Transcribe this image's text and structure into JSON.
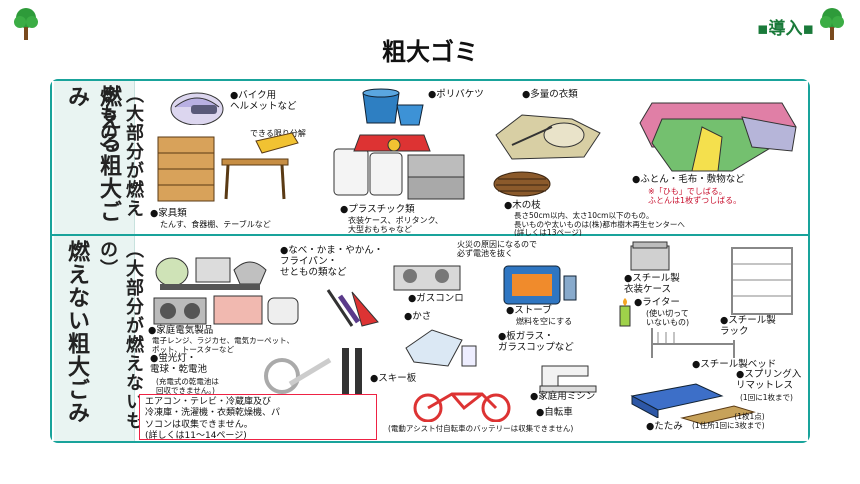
{
  "header": {
    "title": "粗大ゴミ",
    "nav_label": "▪導入▪"
  },
  "sections": [
    {
      "sub": "（大部分が燃えるもの）",
      "main": "燃える粗大ごみ",
      "items": [
        {
          "label": "●バイク用\nヘルメットなど"
        },
        {
          "label": "●ポリバケツ"
        },
        {
          "label": "●多量の衣類"
        },
        {
          "label": "できる限り分解"
        },
        {
          "label": "●家具類",
          "note": "たんす、食器棚、テーブルなど"
        },
        {
          "label": "●プラスチック類",
          "note": "衣装ケース、ポリタンク、\n大型おもちゃなど"
        },
        {
          "label": "●木の枝",
          "note": "長さ50cm以内、太さ10cm以下のもの。\n長いものや太いものは(株)都市樹木再生センターへ\n(詳しくは13ページ)"
        },
        {
          "label": "●ふとん・毛布・敷物など",
          "note": "※「ひも」でしばる。\nふとんは1枚ずつしばる。"
        }
      ]
    },
    {
      "sub": "（大部分が燃えないもの）",
      "main": "燃えない粗大ごみ",
      "items": [
        {
          "label": "●なべ・かま・やかん・\nフライパン・\nせともの類など"
        },
        {
          "label": "火災の原因になるので\n必ず電池を抜く"
        },
        {
          "label": "●スチール製\n衣装ケース"
        },
        {
          "label": "●ガスコンロ"
        },
        {
          "label": "●ストーブ",
          "note": "燃料を空にする"
        },
        {
          "label": "●ライター",
          "note": "(使い切って\nいないもの)"
        },
        {
          "label": "●スチール製\nラック"
        },
        {
          "label": "●家庭電気製品",
          "note": "電子レンジ、ラジカセ、電気カーペット、\nポット、トースターなど"
        },
        {
          "label": "●かさ"
        },
        {
          "label": "●板ガラス・\nガラスコップなど"
        },
        {
          "label": "●スチール製ベッド"
        },
        {
          "label": "●蛍光灯・\n電球・乾電池",
          "note": "(充電式の乾電池は\n回収できません。)"
        },
        {
          "label": "●スキー板"
        },
        {
          "label": "●家庭用ミシン"
        },
        {
          "label": "●スプリング入\nリマットレス",
          "note": "(1回に1枚まで)"
        },
        {
          "label": "●自転車",
          "note": "(電動アシスト付自転車のバッテリーは収集できません)"
        },
        {
          "label": "●たたみ",
          "note": "(1枚1点)\n(1住所1回に3枚まで)"
        }
      ],
      "notice": "エアコン・テレビ・冷蔵庫及び\n冷凍庫・洗濯機・衣類乾燥機、パ\nソコンは収集できません。\n(詳しくは11〜14ページ)"
    }
  ],
  "colors": {
    "frame": "#19a39b",
    "tree": "#2e9b3a",
    "nav": "#1a7a3a",
    "notice_border": "#e24",
    "label_bg": "#e9f4f2"
  }
}
